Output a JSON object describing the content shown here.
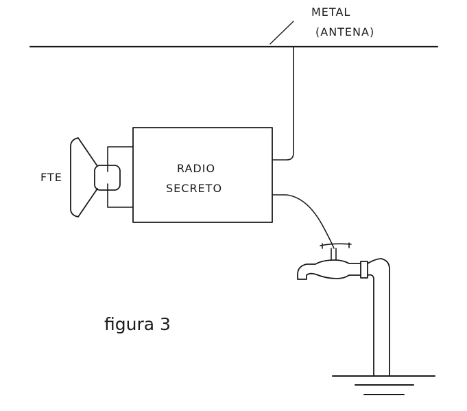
{
  "diagram": {
    "antenna_label_line1": "METAL",
    "antenna_label_line2": "(ANTENA)",
    "radio_label_line1": "RADIO",
    "radio_label_line2": "SECRETO",
    "speaker_label": "FTE",
    "caption": "figura 3"
  }
}
